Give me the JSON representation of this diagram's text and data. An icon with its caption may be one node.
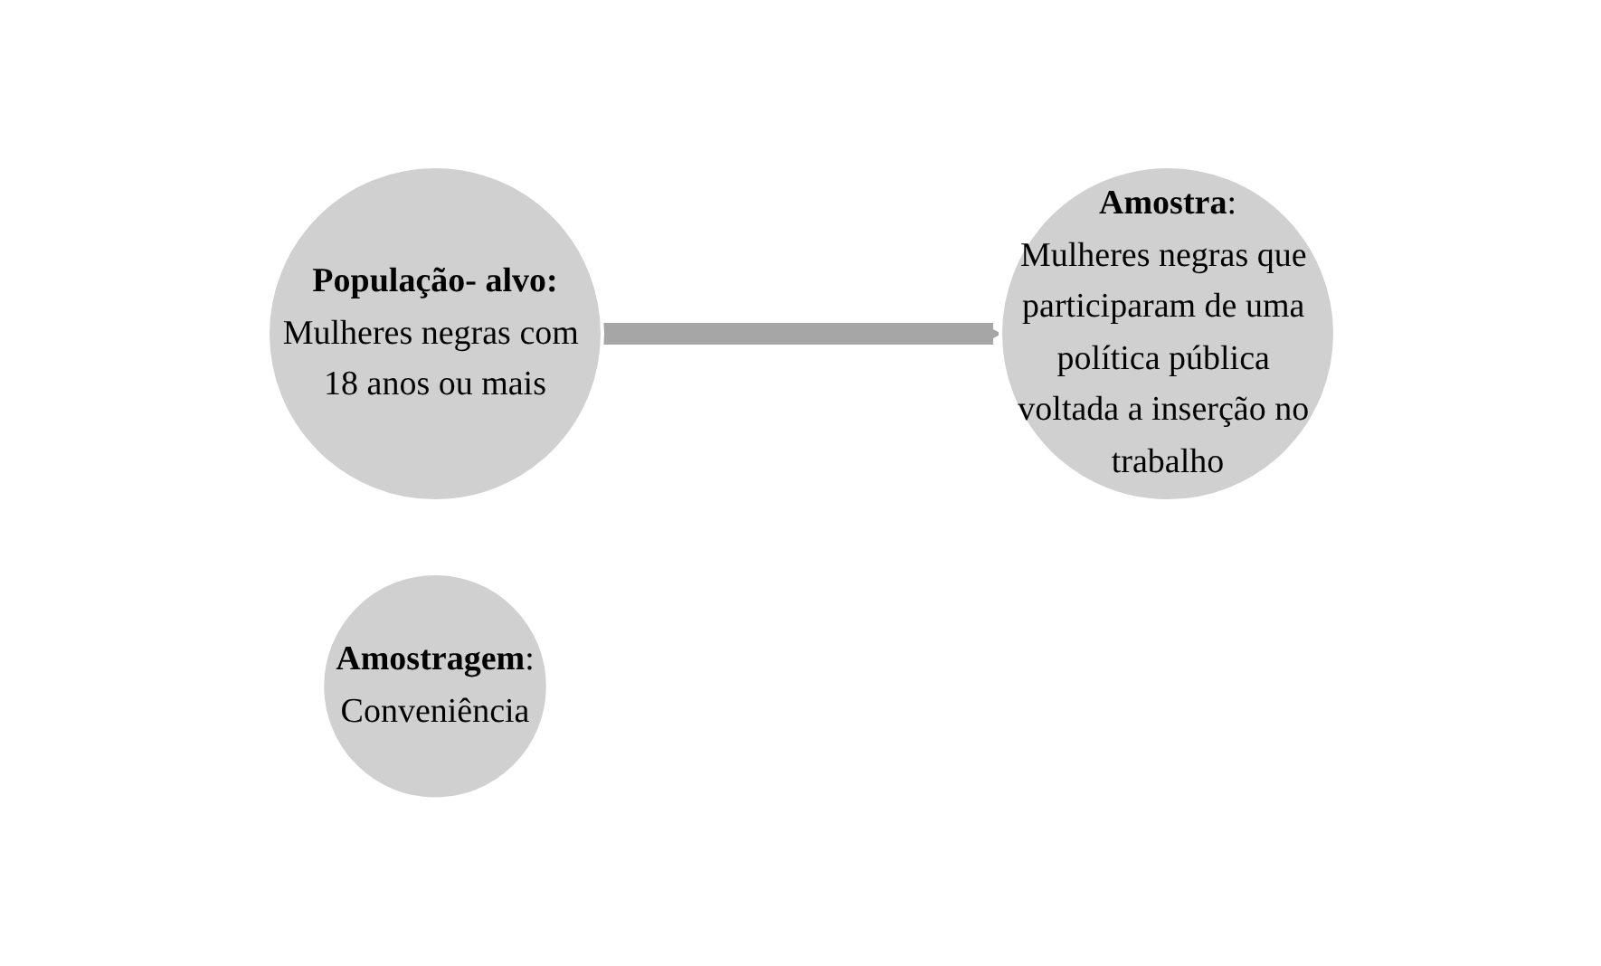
{
  "diagram": {
    "nodes": [
      {
        "text": [
          "População- alvo:",
          "Mulheres negras com 18 anos ou mais"
        ]
      },
      {
        "text": [
          "**Amostragem**:",
          "Conveniência"
        ]
      },
      {
        "text": [
          "**Amostra**:",
          "Mulheres negras que participaram de uma política pública voltada a inserção no trabalho"
        ]
      }
    ],
    "edges": [
      {
        "from": 0,
        "to": 2,
        "arrow": "to"
      }
    ]
  }
}
